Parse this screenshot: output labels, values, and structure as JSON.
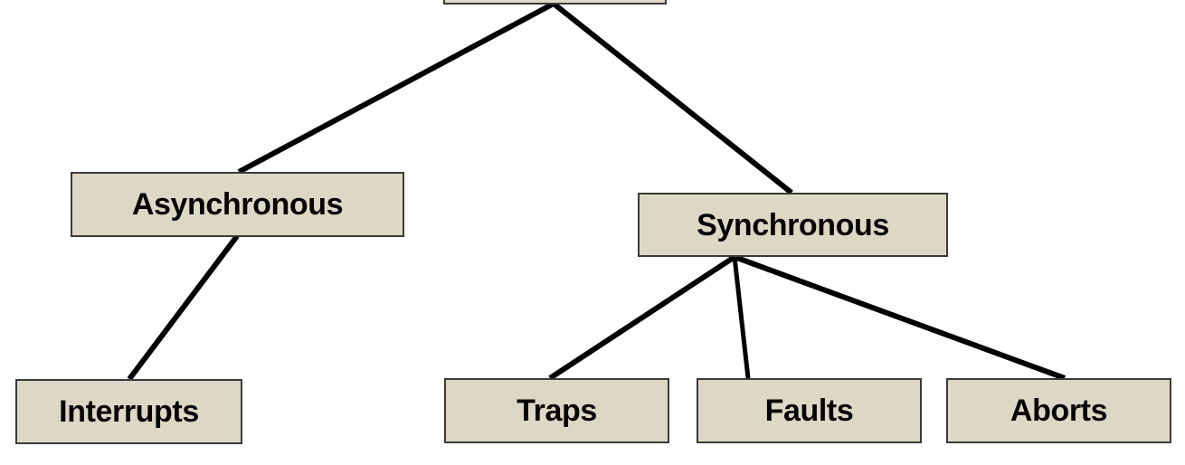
{
  "diagram": {
    "type": "tree",
    "background_color": "#ffffff",
    "node_fill_color": "#ddd8c6",
    "node_border_color": "#3a3a3a",
    "edge_color": "#000000",
    "text_color": "#050505",
    "nodes": {
      "root": {
        "label": "",
        "note": "root box cropped off top of screenshot; only bottom border visible"
      },
      "asynchronous": {
        "label": "Asynchronous"
      },
      "synchronous": {
        "label": "Synchronous"
      },
      "interrupts": {
        "label": "Interrupts"
      },
      "traps": {
        "label": "Traps"
      },
      "faults": {
        "label": "Faults"
      },
      "aborts": {
        "label": "Aborts"
      }
    },
    "edges": [
      {
        "from": "root",
        "to": "asynchronous"
      },
      {
        "from": "root",
        "to": "synchronous"
      },
      {
        "from": "asynchronous",
        "to": "interrupts"
      },
      {
        "from": "synchronous",
        "to": "traps"
      },
      {
        "from": "synchronous",
        "to": "faults"
      },
      {
        "from": "synchronous",
        "to": "aborts"
      }
    ]
  }
}
